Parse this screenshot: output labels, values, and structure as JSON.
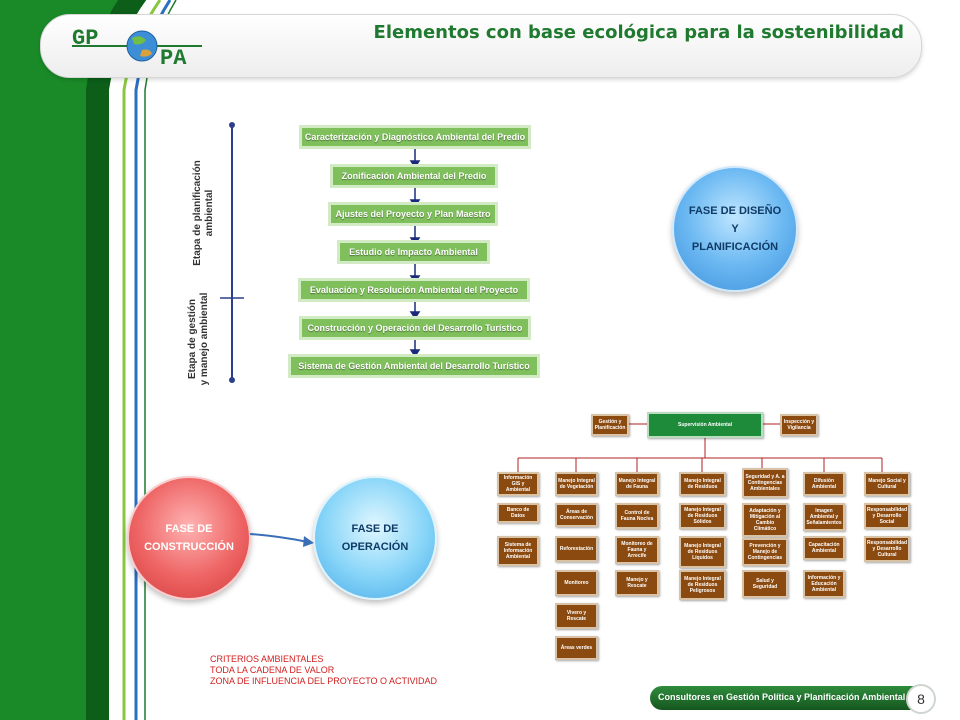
{
  "header": {
    "title": "Elementos con base ecológica para la sostenibilidad"
  },
  "logo": {
    "text_left": "GP",
    "text_right": "PA",
    "icon": "globe-icon"
  },
  "flow": {
    "label_planning": "Etapa de planificación\nambiental",
    "label_management": "Etapa de gestión\ny manejo ambiental",
    "steps": [
      "Caracterización y Diagnóstico Ambiental  del Predio",
      "Zonificación Ambiental del Predio",
      "Ajustes del Proyecto y Plan Maestro",
      "Estudio de Impacto  Ambiental",
      "Evaluación y Resolución Ambiental del Proyecto",
      "Construcción y Operación del Desarrollo Turístico",
      "Sistema de Gestión Ambiental del Desarrollo Turístico"
    ]
  },
  "phases": {
    "design": "FASE DE DISEÑO Y PLANIFICACIÓN",
    "construction": "FASE DE CONSTRUCCIÓN",
    "operation": "FASE DE OPERACIÓN"
  },
  "org_chart": {
    "top": {
      "left": "Gestión y Planificación",
      "center": "Supervisión Ambiental",
      "right": "Inspección y Vigilancia"
    },
    "columns": [
      {
        "head": "Información GIS y Ambiental",
        "items": [
          "Banco de Datos",
          "Sistema de Información Ambiental"
        ]
      },
      {
        "head": "Manejo Integral de Vegetación",
        "items": [
          "Áreas de Conservación",
          "Reforestación",
          "Monitoreo",
          "Vivero y Rescate",
          "Áreas verdes"
        ]
      },
      {
        "head": "Manejo Integral de Fauna",
        "items": [
          "Control de Fauna Nociva",
          "Monitoreo de Fauna y Arrecife",
          "Manejo y Rescate"
        ]
      },
      {
        "head": "Manejo Integral de Residuos",
        "items": [
          "Manejo Integral de Residuos Sólidos",
          "Manejo Integral de Residuos Líquidos",
          "Manejo Integral de Residuos Peligrosos"
        ]
      },
      {
        "head": "Seguridad y A. a Contingencias Ambientales",
        "items": [
          "Adaptación y Mitigación al Cambio Climático",
          "Prevención y Manejo de Contingencias",
          "Salud y Seguridad"
        ]
      },
      {
        "head": "Difusión Ambiental",
        "items": [
          "Imagen Ambiental y Señalamientos",
          "Capacitación Ambiental",
          "Información y Educación Ambiental"
        ]
      },
      {
        "head": "Manejo Social y Cultural",
        "items": [
          "Responsabilidad y Desarrollo Social",
          "Responsabilidad y Desarrollo Cultural"
        ]
      }
    ]
  },
  "criteria": [
    "CRITERIOS AMBIENTALES",
    "TODA LA CADENA DE VALOR",
    "ZONA DE INFLUENCIA DEL PROYECTO O ACTIVIDAD"
  ],
  "footer": {
    "text": "Consultores en Gestión Política y Planificación Ambiental S.C.",
    "page": "8"
  },
  "colors": {
    "green": "#1f7a2f",
    "flow_green": "#7fbf5c",
    "brown": "#8b4a0f",
    "red_text": "#d12020"
  }
}
